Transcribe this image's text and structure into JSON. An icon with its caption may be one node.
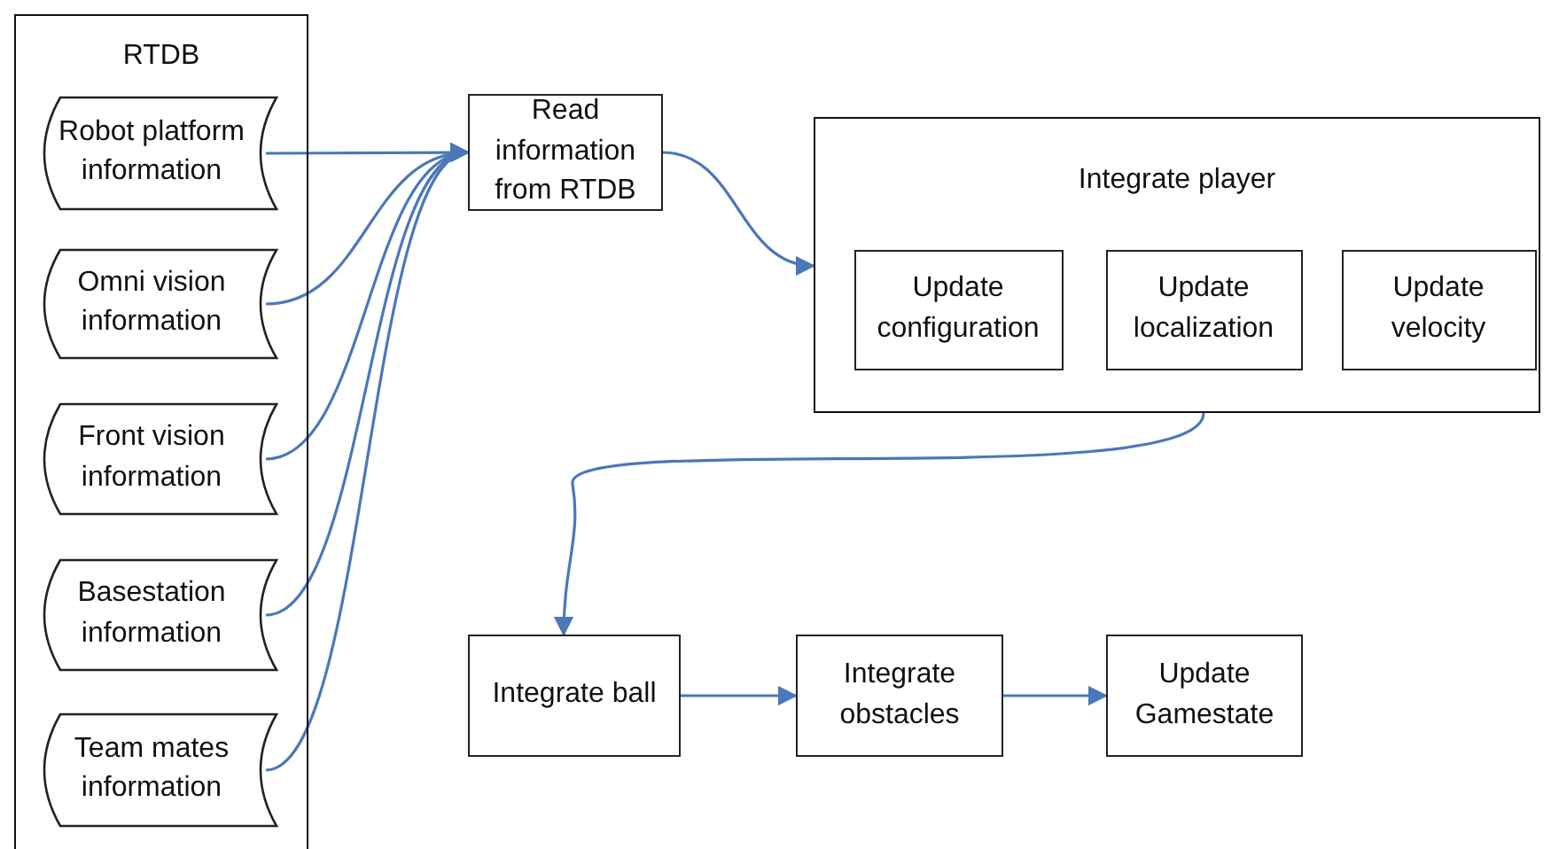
{
  "diagram": {
    "nodes": [
      {
        "text": [
          "RTDB"
        ]
      },
      {
        "text": [
          "Robot platform information"
        ],
        "in": 0
      },
      {
        "text": [
          "Omni vision information"
        ],
        "in": 0
      },
      {
        "text": [
          "Front vision information"
        ],
        "in": 0
      },
      {
        "text": [
          "Basestation information"
        ],
        "in": 0
      },
      {
        "text": [
          "Team mates information"
        ],
        "in": 0
      },
      {
        "text": [
          "Read information from RTDB"
        ]
      },
      {
        "text": [
          "Integrate player"
        ]
      },
      {
        "text": [
          "Update configuration"
        ],
        "in": 7
      },
      {
        "text": [
          "Update localization"
        ],
        "in": 7
      },
      {
        "text": [
          "Update velocity"
        ],
        "in": 7
      },
      {
        "text": [
          "Integrate ball"
        ]
      },
      {
        "text": [
          "Integrate obstacles"
        ]
      },
      {
        "text": [
          "Update Gamestate"
        ]
      }
    ],
    "edges": [
      {
        "from": 1,
        "to": 6,
        "arrow": "to"
      },
      {
        "from": 2,
        "to": 6,
        "arrow": "to"
      },
      {
        "from": 3,
        "to": 6,
        "arrow": "to"
      },
      {
        "from": 4,
        "to": 6,
        "arrow": "to"
      },
      {
        "from": 5,
        "to": 6,
        "arrow": "to"
      },
      {
        "from": 6,
        "to": 7,
        "arrow": "to"
      },
      {
        "from": 7,
        "to": 11,
        "arrow": "to"
      },
      {
        "from": 11,
        "to": 12,
        "arrow": "to"
      },
      {
        "from": 12,
        "to": 13,
        "arrow": "to"
      }
    ]
  }
}
